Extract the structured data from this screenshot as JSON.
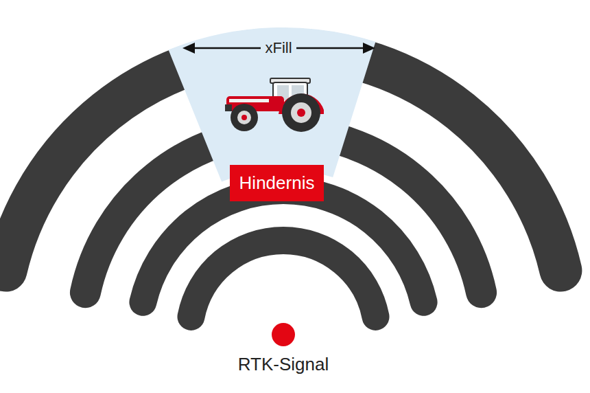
{
  "diagram": {
    "nodes": [
      {
        "text": [
          "Hindernis"
        ]
      }
    ],
    "labels": [
      "xFill",
      "RTK-Signal"
    ]
  }
}
